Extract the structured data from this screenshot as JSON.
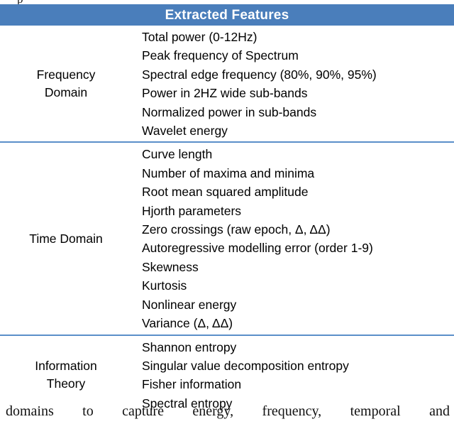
{
  "top_fragment": "p",
  "table": {
    "header": "Extracted Features",
    "header_bg": "#4a7ebb",
    "header_text_color": "#ffffff",
    "divider_color": "#5b8fc9",
    "sections": [
      {
        "category_lines": [
          "Frequency",
          "Domain"
        ],
        "features": [
          "Total power (0-12Hz)",
          "Peak frequency of Spectrum",
          "Spectral edge frequency (80%, 90%, 95%)",
          "Power in 2HZ wide sub-bands",
          "Normalized power in sub-bands",
          "Wavelet energy"
        ]
      },
      {
        "category_lines": [
          "Time Domain"
        ],
        "features": [
          "Curve length",
          "Number of maxima and minima",
          "Root mean squared amplitude",
          "Hjorth parameters",
          "Zero crossings (raw epoch, Δ, ΔΔ)",
          "Autoregressive modelling error (order 1-9)",
          "Skewness",
          "Kurtosis",
          "Nonlinear energy",
          "Variance (Δ, ΔΔ)"
        ]
      },
      {
        "category_lines": [
          "Information",
          "Theory"
        ],
        "features": [
          "Shannon entropy",
          "Singular value decomposition entropy",
          "Fisher information",
          "Spectral entropy"
        ]
      }
    ]
  },
  "caption": {
    "words": [
      "domains",
      "to",
      "capture",
      "energy,",
      "frequency,",
      "temporal",
      "and"
    ]
  }
}
